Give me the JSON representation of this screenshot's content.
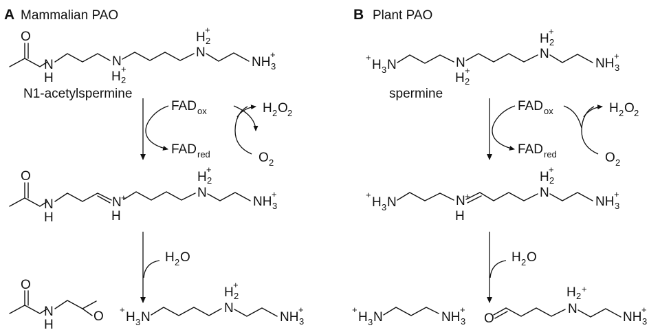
{
  "panels": [
    {
      "letter": "A",
      "title": "Mammalian PAO",
      "substrate_name": "N1-acetylspermine",
      "cofactor_ox": "FAD",
      "cofactor_ox_sub": "ox",
      "cofactor_red": "FAD",
      "cofactor_red_sub": "red",
      "h2o2": "H",
      "o2": "O",
      "water": "H"
    },
    {
      "letter": "B",
      "title": "Plant PAO",
      "substrate_name": "spermine",
      "cofactor_ox": "FAD",
      "cofactor_ox_sub": "ox",
      "cofactor_red": "FAD",
      "cofactor_red_sub": "red",
      "h2o2": "H",
      "o2": "O",
      "water": "H"
    }
  ],
  "atoms": {
    "O": "O",
    "H": "H",
    "N": "N",
    "plus": "+",
    "two": "2",
    "three": "3",
    "NH": "NH",
    "H3N": "H"
  }
}
